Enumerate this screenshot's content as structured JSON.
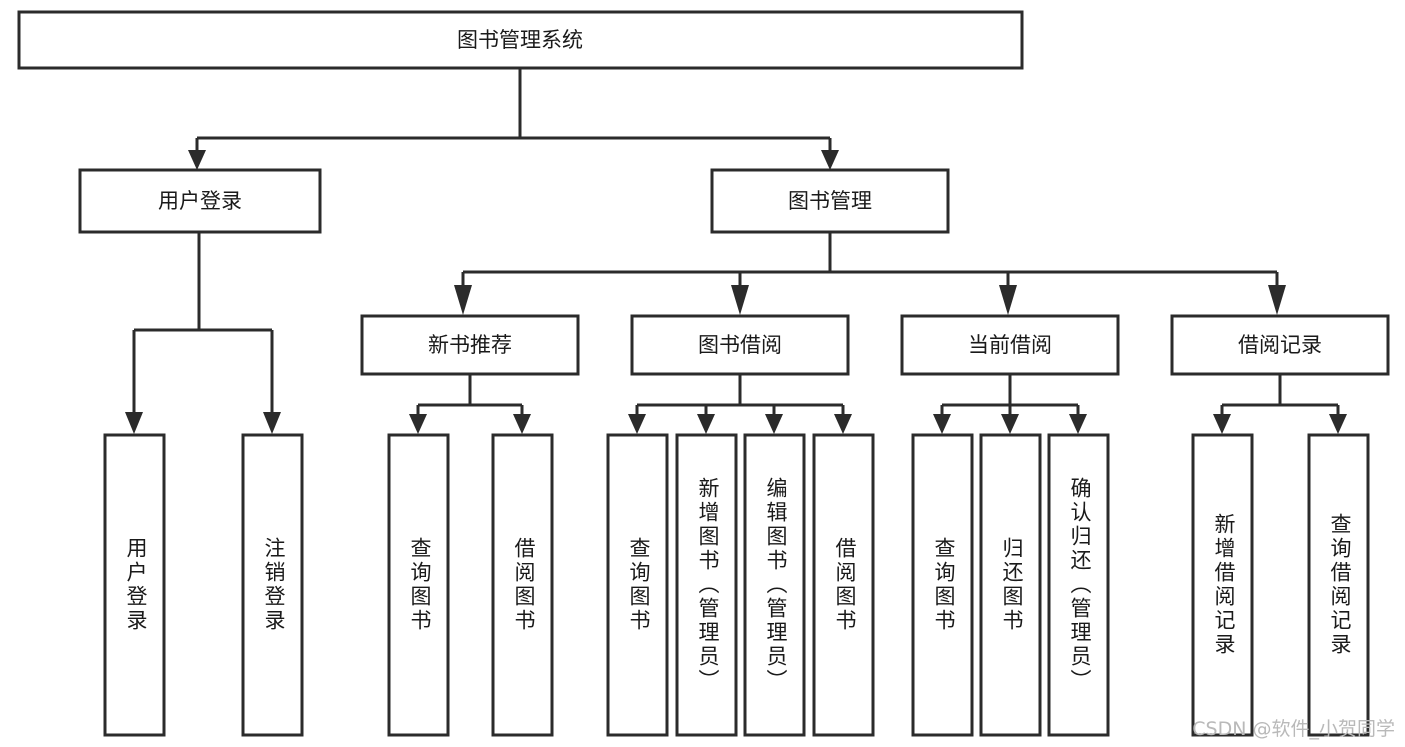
{
  "diagram": {
    "title": "图书管理系统",
    "type": "hierarchy-tree",
    "orientation": "top-down",
    "colors": {
      "box_fill": "#ffffff",
      "box_stroke": "#2b2b2b",
      "connector": "#2b2b2b",
      "text": "#1a1a1a",
      "background": "#ffffff",
      "watermark": "#b9b9b9"
    },
    "levels": 3,
    "root": {
      "id": "root",
      "label": "图书管理系统",
      "orientation": "horizontal"
    },
    "level2": [
      {
        "id": "user-login",
        "label": "用户登录",
        "orientation": "horizontal"
      },
      {
        "id": "book-management",
        "label": "图书管理",
        "orientation": "horizontal"
      }
    ],
    "level3": [
      {
        "id": "new-book-recommend",
        "label": "新书推荐",
        "parent": "book-management",
        "orientation": "horizontal"
      },
      {
        "id": "book-borrow",
        "label": "图书借阅",
        "parent": "book-management",
        "orientation": "horizontal"
      },
      {
        "id": "current-borrow",
        "label": "当前借阅",
        "parent": "book-management",
        "orientation": "horizontal"
      },
      {
        "id": "borrow-record",
        "label": "借阅记录",
        "parent": "book-management",
        "orientation": "horizontal"
      }
    ],
    "leaves": [
      {
        "id": "leaf-user-login",
        "label": "用户登录",
        "parent": "user-login",
        "orientation": "vertical"
      },
      {
        "id": "leaf-user-logout",
        "label": "注销登录",
        "parent": "user-login",
        "orientation": "vertical"
      },
      {
        "id": "leaf-query-book-1",
        "label": "查询图书",
        "parent": "new-book-recommend",
        "orientation": "vertical"
      },
      {
        "id": "leaf-borrow-book-1",
        "label": "借阅图书",
        "parent": "new-book-recommend",
        "orientation": "vertical"
      },
      {
        "id": "leaf-query-book-2",
        "label": "查询图书",
        "parent": "book-borrow",
        "orientation": "vertical"
      },
      {
        "id": "leaf-add-book",
        "label": "新增图书（管理员）",
        "parent": "book-borrow",
        "orientation": "vertical"
      },
      {
        "id": "leaf-edit-book",
        "label": "编辑图书（管理员）",
        "parent": "book-borrow",
        "orientation": "vertical"
      },
      {
        "id": "leaf-borrow-book-2",
        "label": "借阅图书",
        "parent": "book-borrow",
        "orientation": "vertical"
      },
      {
        "id": "leaf-query-book-3",
        "label": "查询图书",
        "parent": "current-borrow",
        "orientation": "vertical"
      },
      {
        "id": "leaf-return-book",
        "label": "归还图书",
        "parent": "current-borrow",
        "orientation": "vertical"
      },
      {
        "id": "leaf-confirm-return",
        "label": "确认归还（管理员）",
        "parent": "current-borrow",
        "orientation": "vertical"
      },
      {
        "id": "leaf-add-record",
        "label": "新增借阅记录",
        "parent": "borrow-record",
        "orientation": "vertical"
      },
      {
        "id": "leaf-query-record",
        "label": "查询借阅记录",
        "parent": "borrow-record",
        "orientation": "vertical"
      }
    ]
  },
  "watermark": {
    "text": "CSDN @软件_小贺同学"
  }
}
